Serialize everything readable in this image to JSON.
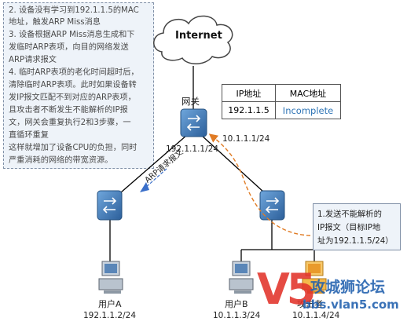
{
  "notes": [
    "2. 设备没有学习到192.1.1.5的MAC",
    "地址，触发ARP Miss消息",
    "3. 设备根据ARP Miss消息生成和下",
    "发临时ARP表项，向目的网络发送",
    "ARP请求报文",
    "4. 临时ARP表项的老化时间超时后，",
    "清除临时ARP表项。此时如果设备转",
    "发IP报文匹配不到对应的ARP表项，",
    "且攻击者不断发生不能解析的IP报",
    "文，网关会重复执行2和3步骤，一",
    "直循环重复",
    "这样就增加了设备CPU的负担，同时",
    "严重消耗的网络的带宽资源。"
  ],
  "internet": {
    "label": "Internet"
  },
  "gateway": {
    "label": "网关",
    "ip_left": "192.1.1.1/24",
    "ip_right": "10.1.1.1/24"
  },
  "arp_table": {
    "headers": [
      "IP地址",
      "MAC地址"
    ],
    "row": [
      "192.1.1.5",
      "Incomplete"
    ],
    "incomplete_color": "#2e74b5"
  },
  "arp_request": {
    "label": "ARP请求报文"
  },
  "callout": {
    "lines": [
      "1.发送不能解析的",
      "IP报文（目标IP地",
      "址为192.1.1.5/24）"
    ]
  },
  "hosts": [
    {
      "name": "用户A",
      "ip": "192.1.1.2/24"
    },
    {
      "name": "用户B",
      "ip": "10.1.1.3/24"
    },
    {
      "name": "攻击者",
      "ip": "10.1.1.4/24"
    }
  ],
  "watermark": {
    "brand": "V5",
    "title": "攻城狮论坛",
    "url": "bbs.vlan5.com"
  },
  "colors": {
    "switch": "#3b7cbf",
    "attack_arrow": "#e07b24",
    "request_arrow": "#3a6fc9",
    "line": "#000000"
  }
}
